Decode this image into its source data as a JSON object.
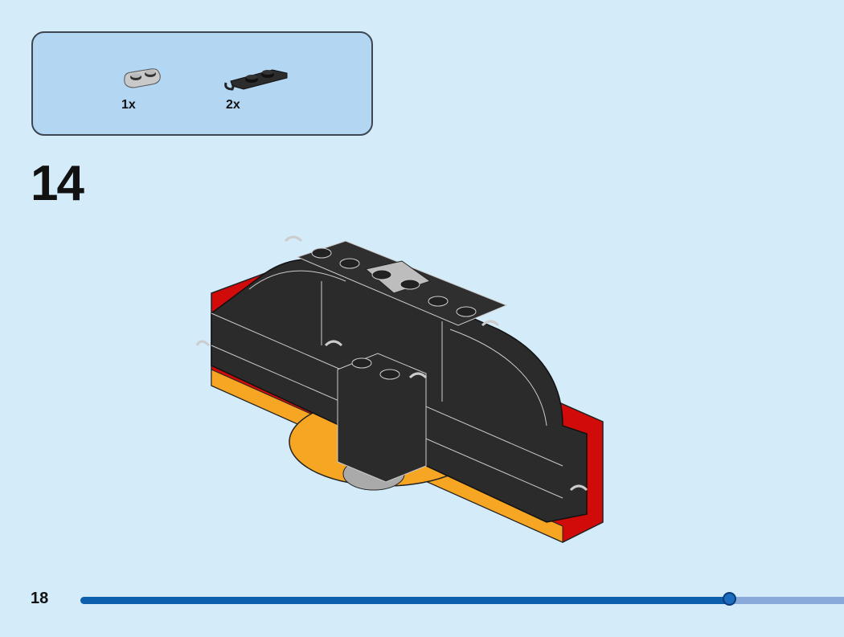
{
  "parts_callout": {
    "items": [
      {
        "icon": "plate-1x2-rounded-light-gray",
        "quantity": "1x"
      },
      {
        "icon": "plate-1x2-clip-black",
        "quantity": "2x"
      }
    ]
  },
  "step_number": "14",
  "footer": {
    "page_number": "18",
    "progress_fraction": 0.85
  },
  "colors": {
    "background": "#d4ebfa",
    "callout": "#b3d6f2",
    "progress": "#0b5fad",
    "progress_track": "#8aa9db"
  }
}
